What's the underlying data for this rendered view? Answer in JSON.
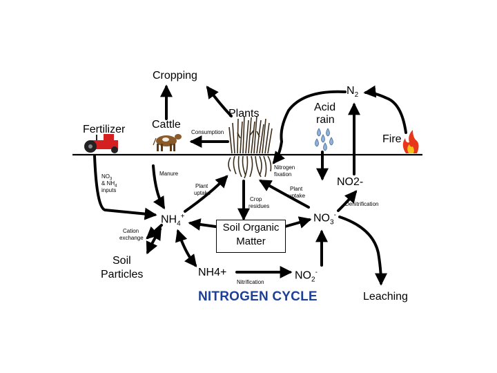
{
  "labels": {
    "cropping": "Cropping",
    "n2": "N",
    "n2_sub": "2",
    "acid_rain": "Acid",
    "acid_rain_2": "rain",
    "fire": "Fire",
    "plants": "Plants",
    "cattle": "Cattle",
    "fertilizer": "Fertilizer",
    "consumption": "Consumption",
    "manure": "Manure",
    "nitrogen_fixation_1": "Nitrogen",
    "nitrogen_fixation_2": "fixation",
    "no2_right": "NO2-",
    "fert_inputs_1": "NO",
    "fert_inputs_1_sub": "3",
    "fert_inputs_2": "& NH",
    "fert_inputs_2_sub": "4",
    "fert_inputs_3": "inputs",
    "plant_uptake_left_1": "Plant",
    "plant_uptake_left_2": "uptake",
    "plant_uptake_right_1": "Plant",
    "plant_uptake_right_2": "uptake",
    "crop_residues_1": "Crop",
    "crop_residues_2": "residues",
    "denitrification": "Denitrification",
    "nh4_main": "NH",
    "nh4_main_sub": "4",
    "nh4_main_sup": "+",
    "no3_main": "NO",
    "no3_main_sub": "3",
    "no3_main_sup": "-",
    "soil_organic_1": "Soil Organic",
    "soil_organic_2": "Matter",
    "cation_exchange_1": "Cation",
    "cation_exchange_2": "exchange",
    "soil_particles_1": "Soil",
    "soil_particles_2": "Particles",
    "nh4_bottom": "NH4+",
    "no2_bottom": "NO",
    "no2_bottom_sub": "2",
    "no2_bottom_sup": "-",
    "nitrification": "Nitrification",
    "title": "NITROGEN CYCLE",
    "leaching": "Leaching"
  },
  "colors": {
    "title": "#1d3f97",
    "tractor": "#d42020",
    "cow": "#8a5a2b",
    "rain": "#8fb2d8",
    "fire": "#e8361a"
  }
}
